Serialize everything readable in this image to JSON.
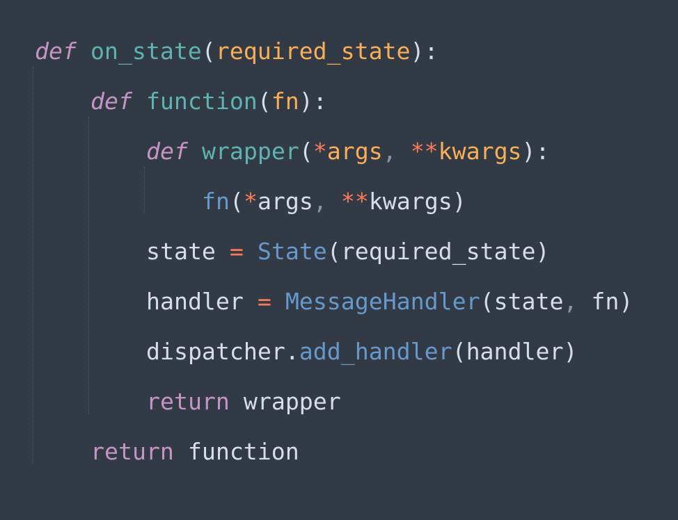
{
  "code": {
    "language": "python",
    "lines": [
      {
        "indent": 0,
        "tokens": [
          [
            "kw",
            "def"
          ],
          [
            "text",
            " "
          ],
          [
            "fn",
            "on_state"
          ],
          [
            "punc",
            "("
          ],
          [
            "param",
            "required_state"
          ],
          [
            "punc",
            "):"
          ]
        ]
      },
      {
        "indent": 1,
        "tokens": [
          [
            "kw",
            "def"
          ],
          [
            "text",
            " "
          ],
          [
            "fn",
            "function"
          ],
          [
            "punc",
            "("
          ],
          [
            "param",
            "fn"
          ],
          [
            "punc",
            "):"
          ]
        ]
      },
      {
        "indent": 2,
        "tokens": [
          [
            "kw",
            "def"
          ],
          [
            "text",
            " "
          ],
          [
            "fn",
            "wrapper"
          ],
          [
            "punc",
            "("
          ],
          [
            "op",
            "*"
          ],
          [
            "param",
            "args"
          ],
          [
            "comma",
            ", "
          ],
          [
            "op",
            "**"
          ],
          [
            "param",
            "kwargs"
          ],
          [
            "punc",
            "):"
          ]
        ]
      },
      {
        "indent": 3,
        "tokens": [
          [
            "cls",
            "fn"
          ],
          [
            "punc",
            "("
          ],
          [
            "op",
            "*"
          ],
          [
            "text",
            "args"
          ],
          [
            "comma",
            ", "
          ],
          [
            "op",
            "**"
          ],
          [
            "text",
            "kwargs"
          ],
          [
            "punc",
            ")"
          ]
        ]
      },
      {
        "indent": 2,
        "tokens": [
          [
            "text",
            "state "
          ],
          [
            "op",
            "="
          ],
          [
            "text",
            " "
          ],
          [
            "cls",
            "State"
          ],
          [
            "punc",
            "("
          ],
          [
            "text",
            "required_state"
          ],
          [
            "punc",
            ")"
          ]
        ]
      },
      {
        "indent": 2,
        "tokens": [
          [
            "text",
            "handler "
          ],
          [
            "op",
            "="
          ],
          [
            "text",
            " "
          ],
          [
            "cls",
            "MessageHandler"
          ],
          [
            "punc",
            "("
          ],
          [
            "text",
            "state"
          ],
          [
            "comma",
            ", "
          ],
          [
            "text",
            "fn"
          ],
          [
            "punc",
            ")"
          ]
        ]
      },
      {
        "indent": 2,
        "tokens": [
          [
            "text",
            "dispatcher."
          ],
          [
            "cls",
            "add_handler"
          ],
          [
            "punc",
            "("
          ],
          [
            "text",
            "handler"
          ],
          [
            "punc",
            ")"
          ]
        ]
      },
      {
        "indent": 2,
        "tokens": [
          [
            "ret",
            "return"
          ],
          [
            "text",
            " wrapper"
          ]
        ]
      },
      {
        "indent": 1,
        "tokens": [
          [
            "ret",
            "return"
          ],
          [
            "text",
            " function"
          ]
        ]
      }
    ]
  }
}
